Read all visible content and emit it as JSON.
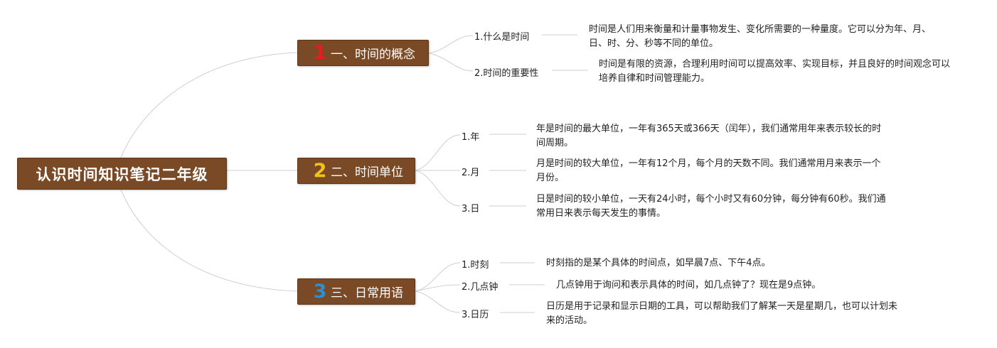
{
  "root": {
    "title": "认识时间知识笔记二年级"
  },
  "sections": [
    {
      "number": "1",
      "number_color": "#e02020",
      "title": "一、时间的概念",
      "items": [
        {
          "label": "1.什么是时间",
          "desc": "时间是人们用来衡量和计量事物发生、变化所需要的一种量度。它可以分为年、月、日、时、分、秒等不同的单位。"
        },
        {
          "label": "2.时间的重要性",
          "desc": "时间是有限的资源，合理利用时间可以提高效率、实现目标，并且良好的时间观念可以培养自律和时间管理能力。"
        }
      ]
    },
    {
      "number": "2",
      "number_color": "#f2c21b",
      "title": "二、时间单位",
      "items": [
        {
          "label": "1.年",
          "desc": "年是时间的最大单位，一年有365天或366天（闰年），我们通常用年来表示较长的时间周期。"
        },
        {
          "label": "2.月",
          "desc": "月是时间的较大单位，一年有12个月，每个月的天数不同。我们通常用月来表示一个月份。"
        },
        {
          "label": "3.日",
          "desc": "日是时间的较小单位，一天有24小时，每个小时又有60分钟，每分钟有60秒。我们通常用日来表示每天发生的事情。"
        }
      ]
    },
    {
      "number": "3",
      "number_color": "#2a8fd6",
      "title": "三、日常用语",
      "items": [
        {
          "label": "1.时刻",
          "desc": "时刻指的是某个具体的时间点，如早晨7点、下午4点。"
        },
        {
          "label": "2.几点钟",
          "desc": "几点钟用于询问和表示具体的时间，如几点钟了？现在是9点钟。"
        },
        {
          "label": "3.日历",
          "desc": "日历是用于记录和显示日期的工具，可以帮助我们了解某一天是星期几，也可以计划未来的活动。"
        }
      ]
    }
  ]
}
